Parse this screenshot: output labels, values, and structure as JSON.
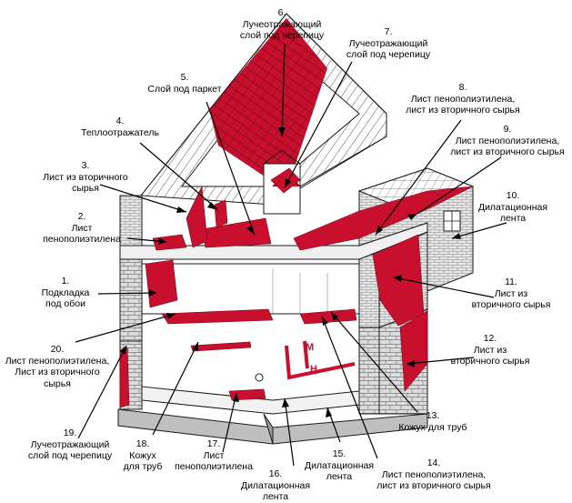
{
  "labels": [
    {
      "id": 1,
      "number": "1.",
      "lines": [
        "Подкладка",
        "под обои"
      ]
    },
    {
      "id": 2,
      "number": "2.",
      "lines": [
        "Лист",
        "пенополиэтилена"
      ]
    },
    {
      "id": 3,
      "number": "3.",
      "lines": [
        "Лист из вторичного",
        "сырья"
      ]
    },
    {
      "id": 4,
      "number": "4.",
      "lines": [
        "Теплоотражатель"
      ]
    },
    {
      "id": 5,
      "number": "5.",
      "lines": [
        "Слой под паркет"
      ]
    },
    {
      "id": 6,
      "number": "6.",
      "lines": [
        "Лучеотражающий",
        "слой под черепицу"
      ]
    },
    {
      "id": 7,
      "number": "7.",
      "lines": [
        "Лучеотражающий",
        "слой под черепицу"
      ]
    },
    {
      "id": 8,
      "number": "8.",
      "lines": [
        "Лист пенополиэтилена,",
        "лист из вторичного сырья"
      ]
    },
    {
      "id": 9,
      "number": "9.",
      "lines": [
        "Лист пенополиэтилена,",
        "лист из вторичного сырья"
      ]
    },
    {
      "id": 10,
      "number": "10.",
      "lines": [
        "Дилатационная",
        "лента"
      ]
    },
    {
      "id": 11,
      "number": "11.",
      "lines": [
        "Лист из",
        "вторичного сырья"
      ]
    },
    {
      "id": 12,
      "number": "12.",
      "lines": [
        "Лист из",
        "вторичного сырья"
      ]
    },
    {
      "id": 13,
      "number": "13.",
      "lines": [
        "Кожух для труб"
      ]
    },
    {
      "id": 14,
      "number": "14.",
      "lines": [
        "Лист пенополиэтилена,",
        "лист из вторичного сырья"
      ]
    },
    {
      "id": 15,
      "number": "15.",
      "lines": [
        "Дилатационная",
        "лента"
      ]
    },
    {
      "id": 16,
      "number": "16.",
      "lines": [
        "Дилатационная",
        "лента"
      ]
    },
    {
      "id": 17,
      "number": "17.",
      "lines": [
        "Лист",
        "пенополиэтилена"
      ]
    },
    {
      "id": 18,
      "number": "18.",
      "lines": [
        "Кожух",
        "для труб"
      ]
    },
    {
      "id": 19,
      "number": "19.",
      "lines": [
        "Лучеотражающий",
        "слой под черепицу"
      ]
    },
    {
      "id": 20,
      "number": "20.",
      "lines": [
        "Лист пенополиэтилена,",
        "Лист из вторичного",
        "сырья"
      ]
    }
  ],
  "pipe_marks": {
    "top": "М",
    "bottom": "Н"
  },
  "colors": {
    "insulation": "#c8102e",
    "line": "#1a1a1a",
    "brick": "#d9d9d9",
    "background": "#ffffff"
  }
}
